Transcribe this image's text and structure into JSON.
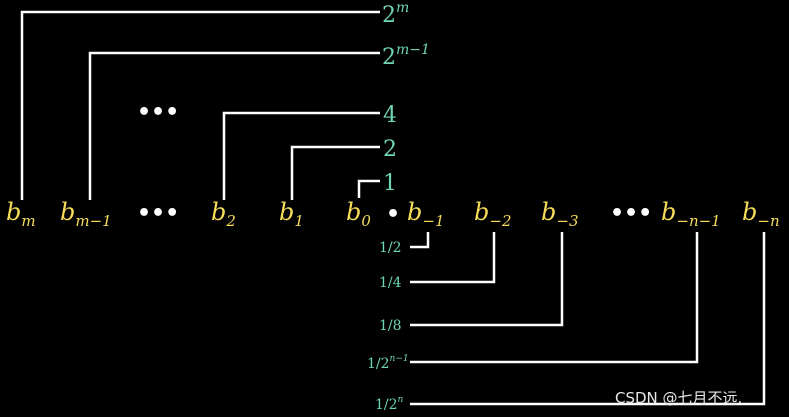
{
  "bits": {
    "b_m": {
      "base": "b",
      "sub": "m"
    },
    "b_m1": {
      "base": "b",
      "sub": "m−1"
    },
    "b_2": {
      "base": "b",
      "sub": "2"
    },
    "b_1": {
      "base": "b",
      "sub": "1"
    },
    "b_0": {
      "base": "b",
      "sub": "0"
    },
    "b_n1": {
      "base": "b",
      "sub": "−1"
    },
    "b_n2": {
      "base": "b",
      "sub": "−2"
    },
    "b_n3": {
      "base": "b",
      "sub": "−3"
    },
    "b_nn1": {
      "base": "b",
      "sub": "−n−1"
    },
    "b_nn": {
      "base": "b",
      "sub": "−n"
    }
  },
  "ellipsis": "•••",
  "binary_point": "•",
  "weights_top": {
    "w_2m": {
      "base": "2",
      "sup": "m"
    },
    "w_2m1": {
      "base": "2",
      "sup": "m−1"
    },
    "w_4": {
      "base": "4"
    },
    "w_2": {
      "base": "2"
    },
    "w_1": {
      "base": "1"
    }
  },
  "weights_bottom": {
    "w_half": {
      "base": "1/2"
    },
    "w_quarter": {
      "base": "1/4"
    },
    "w_eighth": {
      "base": "1/8"
    },
    "w_2n1": {
      "base": "1/2",
      "sup": "n−1"
    },
    "w_2n": {
      "base": "1/2",
      "sup": "n"
    }
  },
  "watermark": "CSDN @七月不远."
}
